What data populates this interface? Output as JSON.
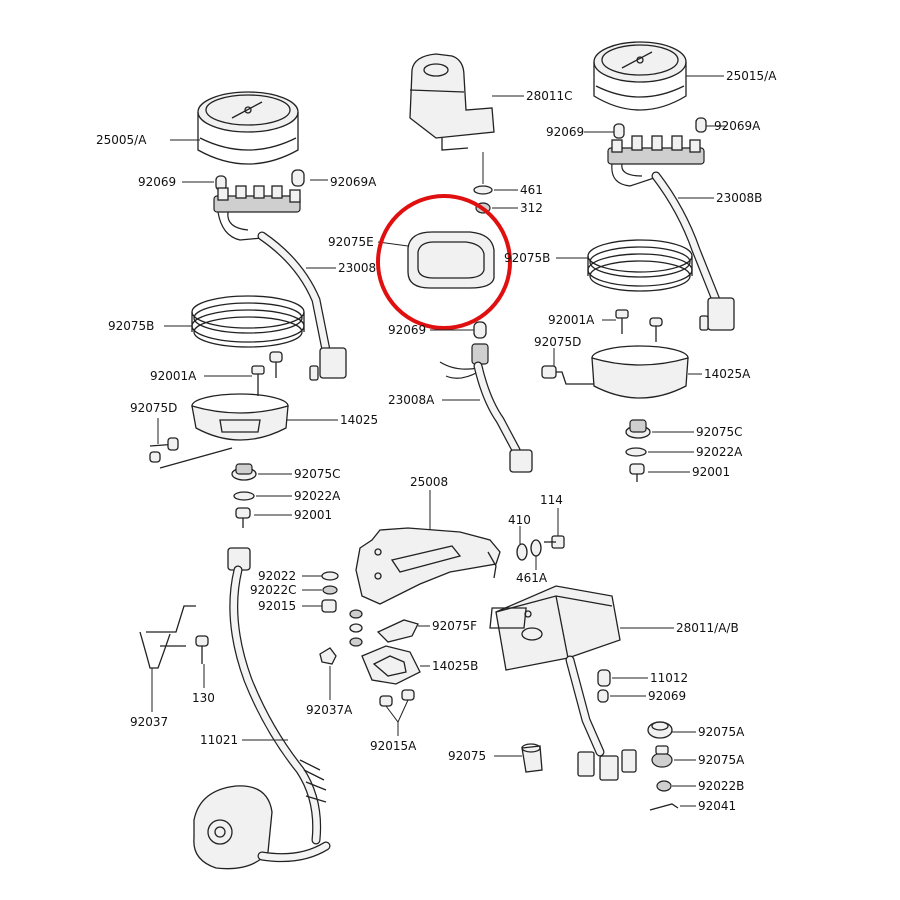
{
  "labels": {
    "speedometer": "25005/A",
    "tachometer": "25015/A",
    "indicator_cover": "28011C",
    "washer_461": "461",
    "nut_312": "312",
    "bulb_l1": "92069",
    "bulb_socket_l": "92069A",
    "harness_l": "23008",
    "gasket_b_l": "92075B",
    "bolt_a_l": "92001A",
    "damper_d_l": "92075D",
    "case_l": "14025",
    "damper_c_l": "92075C",
    "washer_a_l": "92022A",
    "bolt_l": "92001",
    "gasket_e": "92075E",
    "bulb_mid": "92069",
    "harness_a_mid": "23008A",
    "bracket": "25008",
    "bulb_r1": "92069",
    "bulb_socket_r": "92069A",
    "harness_b_r": "23008B",
    "gasket_b_r": "92075B",
    "bolt_a_r": "92001A",
    "damper_d_r": "92075D",
    "case_a_r": "14025A",
    "damper_c_r": "92075C",
    "washer_a_r": "92022A",
    "bolt_r": "92001",
    "bolt_114": "114",
    "washer_410": "410",
    "washer_461a": "461A",
    "washer_92022": "92022",
    "washer_92022c": "92022C",
    "nut_92015": "92015",
    "damper_f": "92075F",
    "case_b": "14025B",
    "indicator_box": "28011/A/B",
    "bulb_11012": "11012",
    "bulb_92069_b": "92069",
    "damper_a1": "92075A",
    "damper_a2": "92075A",
    "washer_b": "92022B",
    "clip_92041": "92041",
    "damper_92075": "92075",
    "screw_a": "92015A",
    "clamp_a": "92037A",
    "clamp": "92037",
    "screw_130": "130",
    "cable_11021": "11021"
  },
  "colors": {
    "highlight": "#e01010",
    "ink": "#222222"
  },
  "highlighted_part": "92075E"
}
